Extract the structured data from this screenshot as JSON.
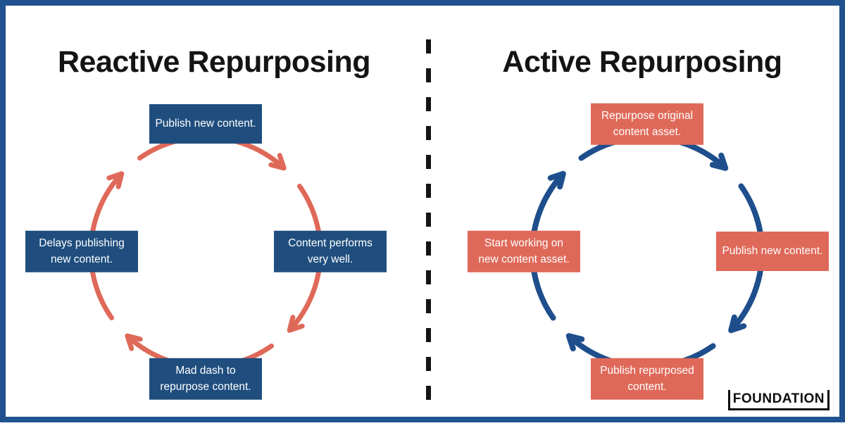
{
  "colors": {
    "frame_border": "#1F528F",
    "navy_box": "#1F4E7E",
    "navy_arrow": "#1E4E8C",
    "salmon": "#DF6959",
    "divider_ink": "#141414",
    "title_ink": "#141414",
    "step_text": "#ffffff"
  },
  "left_panel": {
    "title": "Reactive Repurposing",
    "cycle_direction": "clockwise",
    "box_color_name": "navy",
    "arrow_color_name": "salmon",
    "steps": [
      {
        "position": "top",
        "label": "Publish new content."
      },
      {
        "position": "right",
        "label": "Content performs very well."
      },
      {
        "position": "bottom",
        "label": "Mad dash to repurpose content."
      },
      {
        "position": "left",
        "label": "Delays publishing new content."
      }
    ]
  },
  "right_panel": {
    "title": "Active Repurposing",
    "cycle_direction": "clockwise",
    "box_color_name": "salmon",
    "arrow_color_name": "navy",
    "steps": [
      {
        "position": "top",
        "label": "Repurpose original content asset."
      },
      {
        "position": "right",
        "label": "Publish new content."
      },
      {
        "position": "bottom",
        "label": "Publish repurposed content."
      },
      {
        "position": "left",
        "label": "Start working on new content asset."
      }
    ]
  },
  "logo": {
    "text": "FOUNDATION"
  }
}
